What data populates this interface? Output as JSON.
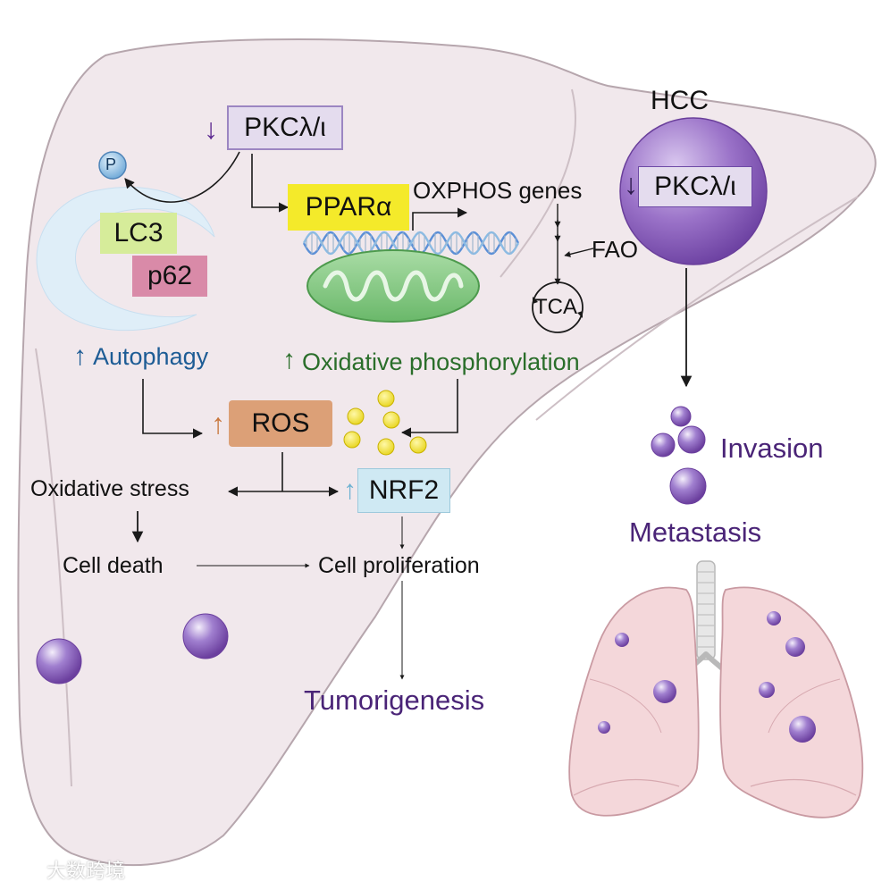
{
  "labels": {
    "pkc_top": "PKCλ/ι",
    "pkc_hcc": "PKCλ/ι",
    "hcc": "HCC",
    "phospho": "P",
    "lc3": "LC3",
    "p62": "p62",
    "ppara": "PPARα",
    "oxphos_genes": "OXPHOS genes",
    "fao": "FAO",
    "tca": "TCA",
    "autophagy": "Autophagy",
    "oxidative_phosphorylation": "Oxidative phosphorylation",
    "ros": "ROS",
    "nrf2": "NRF2",
    "oxidative_stress": "Oxidative stress",
    "cell_death": "Cell death",
    "cell_proliferation": "Cell proliferation",
    "tumorigenesis": "Tumorigenesis",
    "invasion": "Invasion",
    "metastasis": "Metastasis",
    "watermark": "大数跨境"
  },
  "colors": {
    "liver_fill": "#f1e8ec",
    "liver_stroke": "#b6a6ad",
    "tumor_purple": "#8a5bb8",
    "pkc_box": "#e4dcee",
    "lc3_box": "#d6ec9a",
    "p62_box": "#d98aa8",
    "ppara_box": "#f4ea2a",
    "ros_box": "#dca077",
    "nrf2_box": "#cfe9f3",
    "autophagy_text": "#1d5c95",
    "oxphos_text": "#2a6e2a",
    "purple_text": "#4a2477",
    "lung_fill": "#f4d7da"
  },
  "icons": [
    "down-arrow-icon",
    "up-arrow-icon",
    "phosphate-icon",
    "dna-helix-icon",
    "mitochondrion-icon",
    "tca-cycle-icon",
    "ros-particle-icon",
    "tumor-cell-icon",
    "lung-icon",
    "watermark-logo-icon"
  ]
}
